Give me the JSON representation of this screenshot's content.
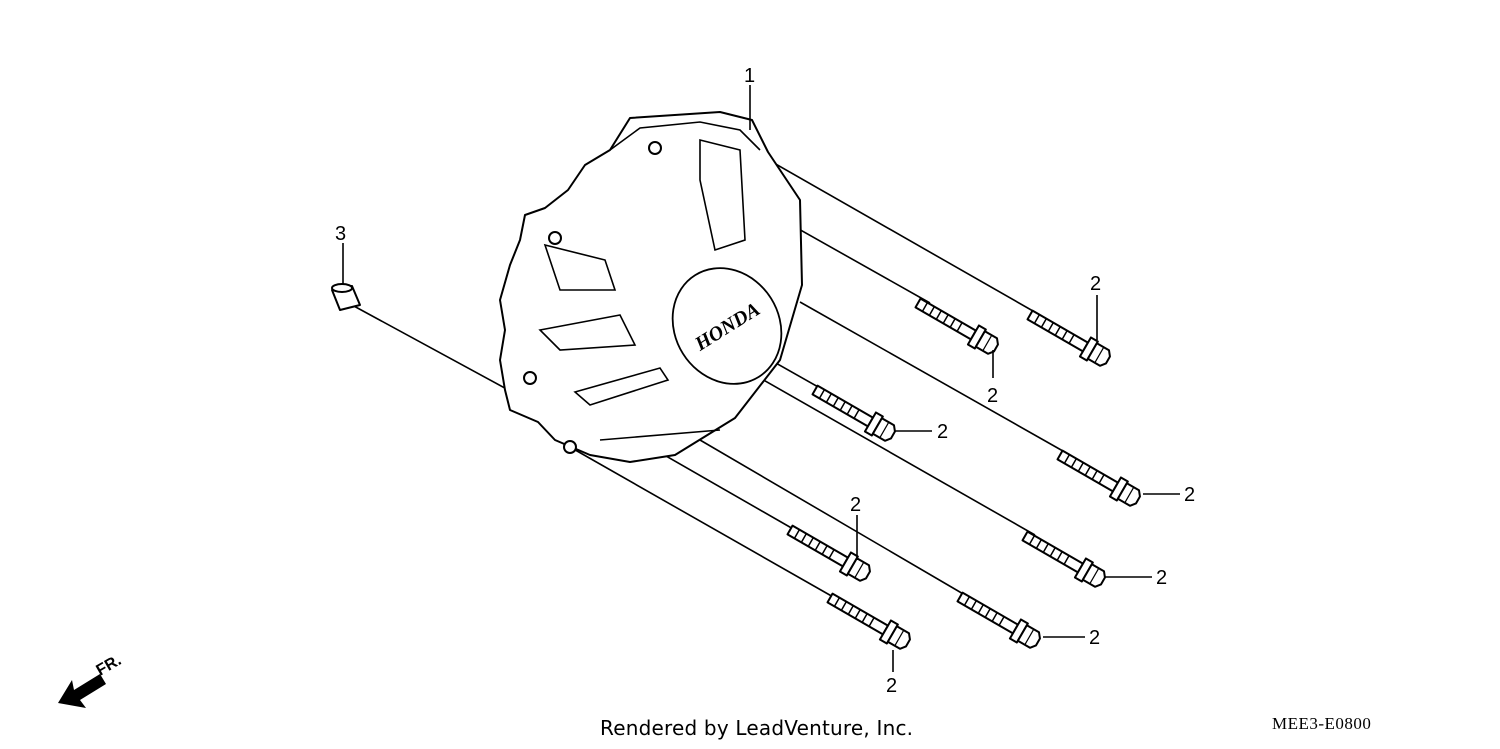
{
  "diagram": {
    "part_labels": {
      "cover": "1",
      "bolt": "2",
      "collar": "3"
    },
    "cover_logo": "HONDA",
    "direction_label": "FR.",
    "credit": "Rendered by LeadVenture, Inc.",
    "diagram_code": "MEE3-E0800"
  }
}
